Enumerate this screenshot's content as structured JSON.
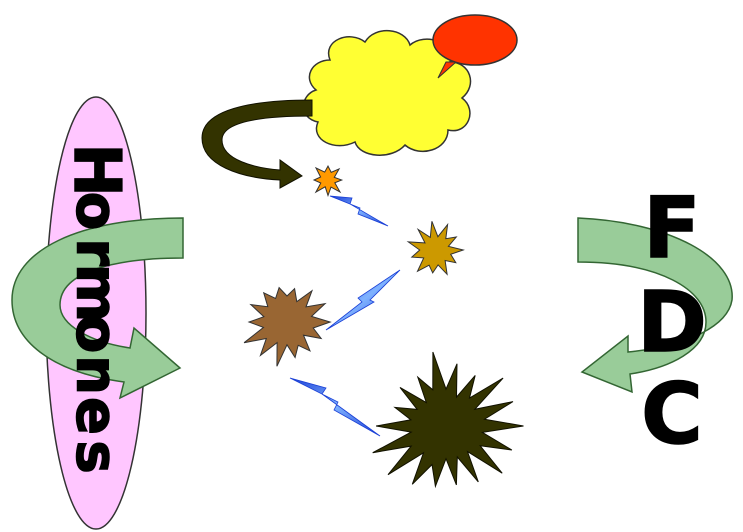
{
  "left_label": {
    "letters": [
      "H",
      "o",
      "r",
      "m",
      "o",
      "n",
      "e",
      "s"
    ]
  },
  "right_label": {
    "letters": [
      "F",
      "D",
      "C"
    ]
  },
  "colors": {
    "left_ellipse": "#ffc6ff",
    "cloud": "#ffff33",
    "speech_bubble": "#ff3300",
    "green_arrow": "#99cc99",
    "green_arrow_stroke": "#336633",
    "dark_arrow": "#333300",
    "lightning": "#3366ff",
    "small_burst": "#ff9900",
    "mid_burst": "#cc9900",
    "brown_burst": "#996633",
    "big_burst": "#333300"
  }
}
